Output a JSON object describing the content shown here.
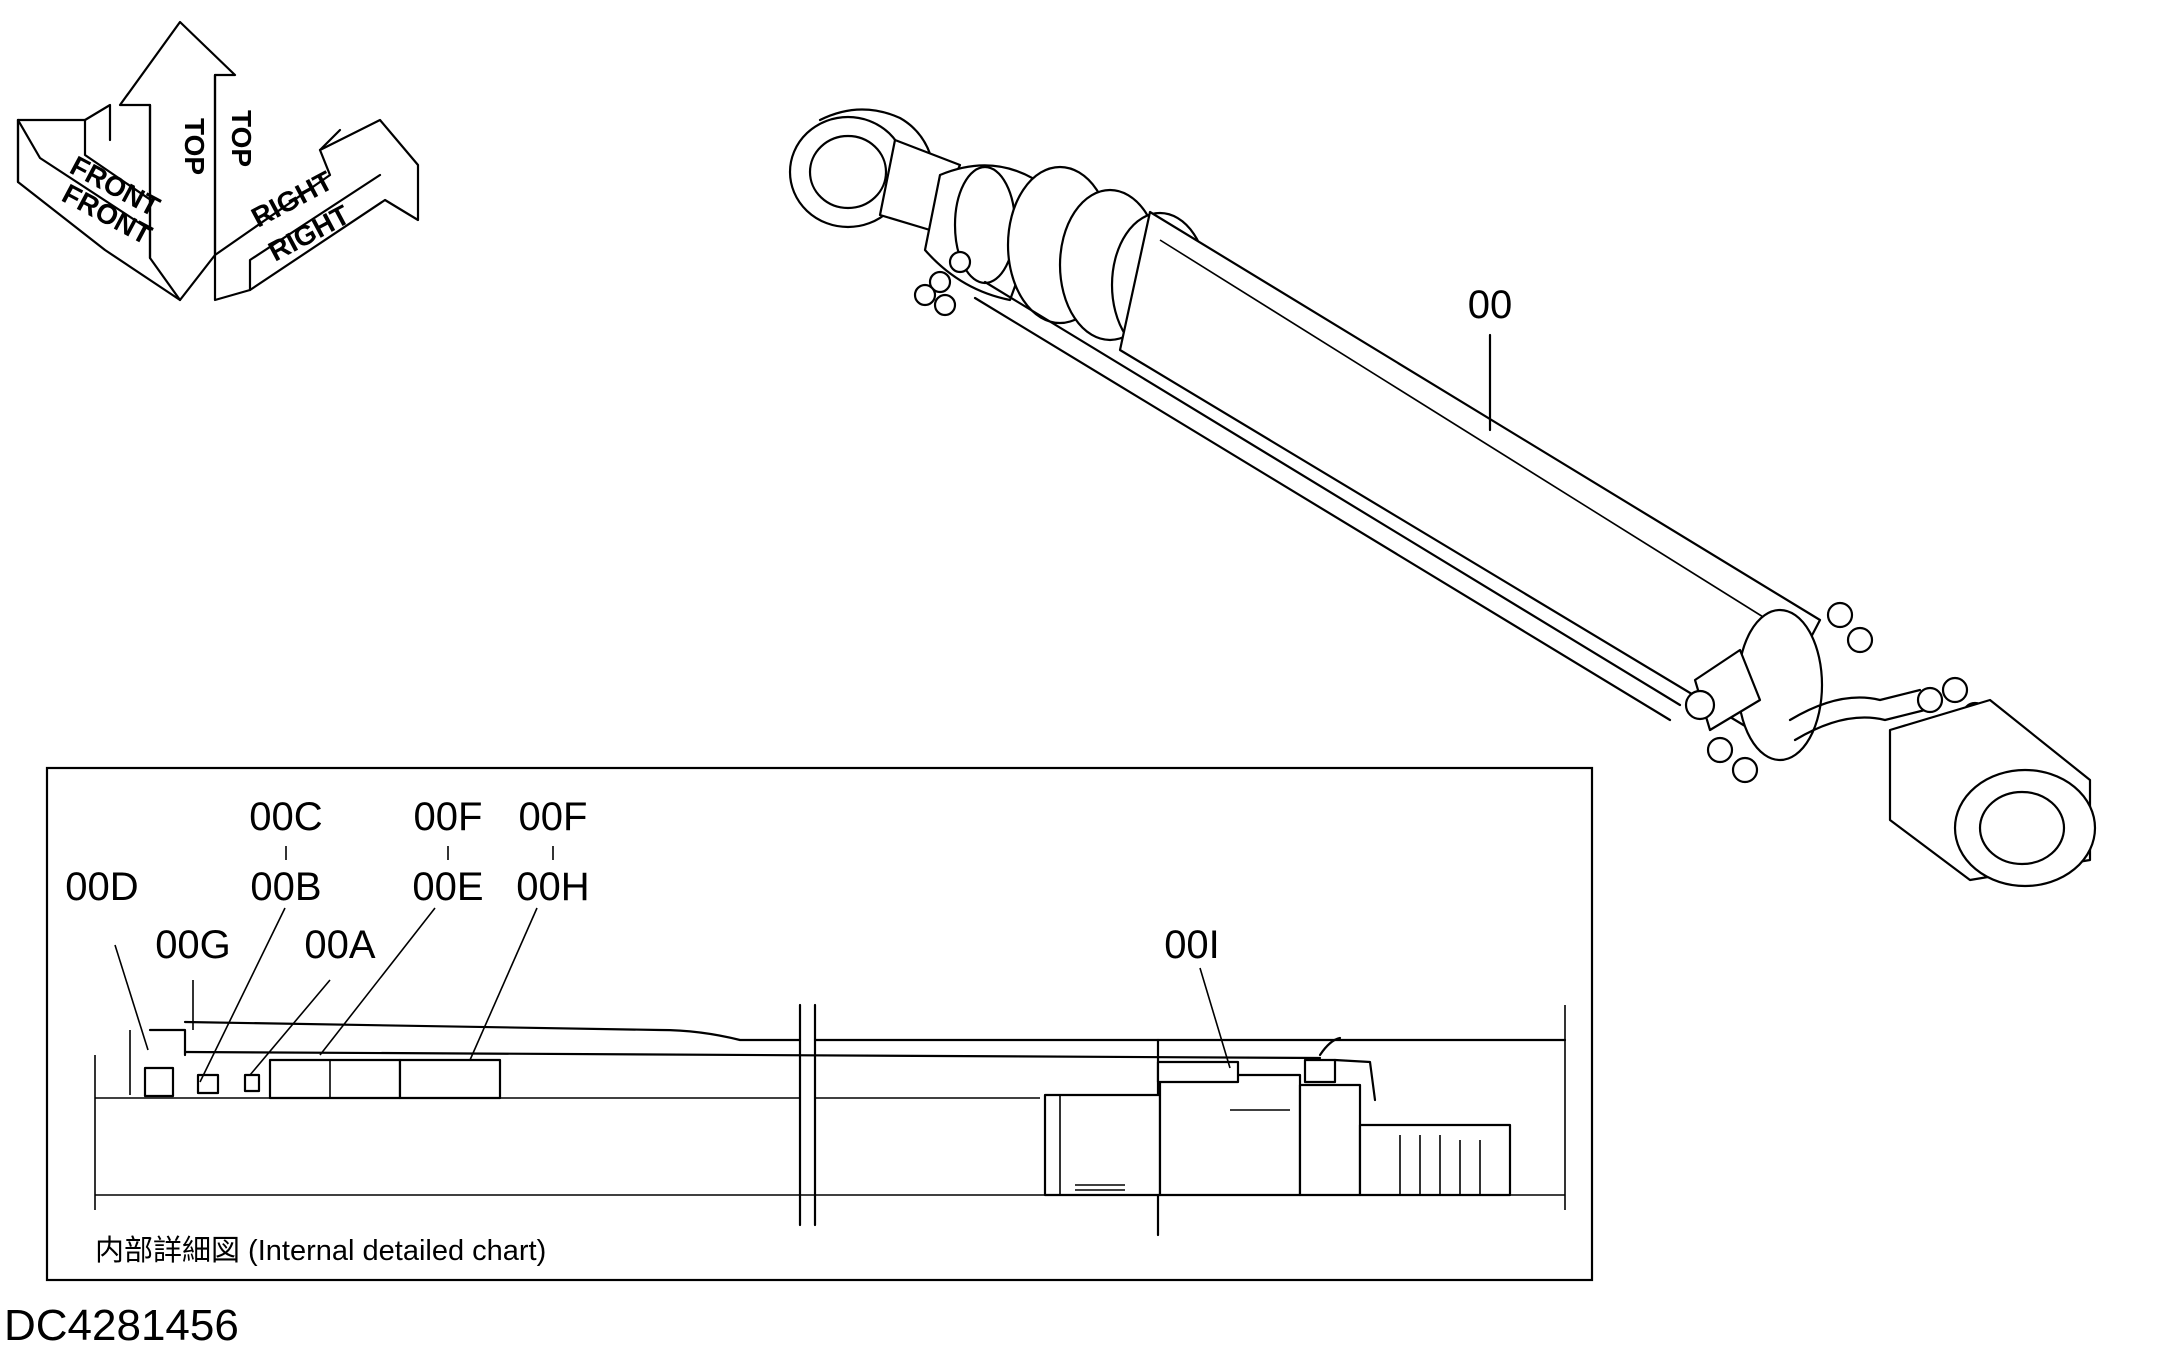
{
  "orientation": {
    "front_upper": "FRONT",
    "front_lower": "FRONT",
    "top_left": "TOP",
    "top_right": "TOP",
    "right_upper": "RIGHT",
    "right_lower": "RIGHT"
  },
  "assembly": {
    "label": "00"
  },
  "detail": {
    "caption": "内部詳細図 (Internal detailed chart)",
    "labels": {
      "c": "00C",
      "b": "00B",
      "d": "00D",
      "g": "00G",
      "a": "00A",
      "f1": "00F",
      "e": "00E",
      "f2": "00F",
      "h": "00H",
      "i": "00I"
    }
  },
  "doc_id": "DC4281456"
}
